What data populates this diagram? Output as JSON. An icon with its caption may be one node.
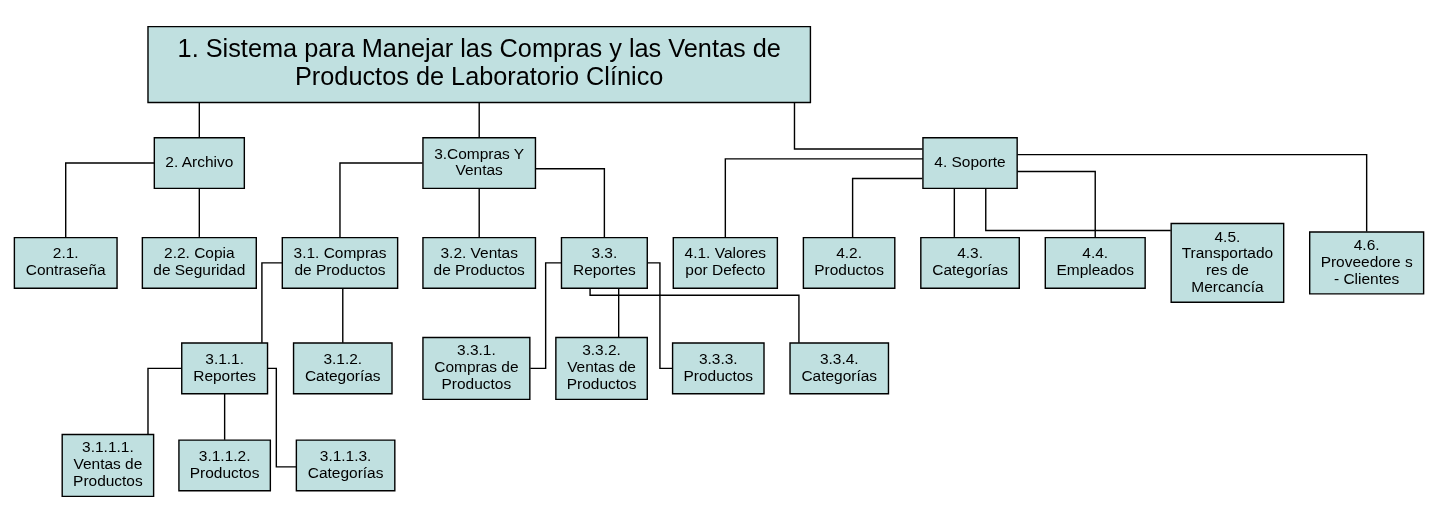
{
  "diagram": {
    "nodes": [
      {
        "text": [
          "1. Sistema para Manejar las Compras y las Ventas de Productos de Laboratorio Clínico"
        ]
      },
      {
        "text": [
          "2. Archivo"
        ]
      },
      {
        "text": [
          "3.Compras Y Ventas"
        ]
      },
      {
        "text": [
          "4. Soporte"
        ]
      },
      {
        "text": [
          "2.1. Contraseña"
        ]
      },
      {
        "text": [
          "2.2. Copia de Seguridad"
        ]
      },
      {
        "text": [
          "3.1. Compras de Productos"
        ]
      },
      {
        "text": [
          "3.2. Ventas de Productos"
        ]
      },
      {
        "text": [
          "3.3. Reportes"
        ]
      },
      {
        "text": [
          "4.1. Valores por Defecto"
        ]
      },
      {
        "text": [
          "4.2. Productos"
        ]
      },
      {
        "text": [
          "4.3. Categorías"
        ]
      },
      {
        "text": [
          "4.4. Empleados"
        ]
      },
      {
        "text": [
          "4.5. Transportado res de Mercancía"
        ]
      },
      {
        "text": [
          "4.6. Proveedore s - Clientes"
        ]
      },
      {
        "text": [
          "3.1.1. Reportes"
        ]
      },
      {
        "text": [
          "3.1.2. Categorías"
        ]
      },
      {
        "text": [
          "3.3.1. Compras de Productos"
        ]
      },
      {
        "text": [
          "3.3.2. Ventas de Productos"
        ]
      },
      {
        "text": [
          "3.3.3. Productos"
        ]
      },
      {
        "text": [
          "3.3.4. Categorías"
        ]
      },
      {
        "text": [
          "3.1.1.1. Ventas de Productos"
        ]
      },
      {
        "text": [
          "3.1.1.2. Productos"
        ]
      },
      {
        "text": [
          "3.1.1.3. Categorías"
        ]
      }
    ],
    "edges": [
      {
        "from": 0,
        "to": 1,
        "arrow": "none"
      },
      {
        "from": 0,
        "to": 2,
        "arrow": "none"
      },
      {
        "from": 0,
        "to": 3,
        "arrow": "none"
      },
      {
        "from": 1,
        "to": 4,
        "arrow": "none"
      },
      {
        "from": 1,
        "to": 5,
        "arrow": "none"
      },
      {
        "from": 2,
        "to": 6,
        "arrow": "none"
      },
      {
        "from": 2,
        "to": 7,
        "arrow": "none"
      },
      {
        "from": 2,
        "to": 8,
        "arrow": "none"
      },
      {
        "from": 3,
        "to": 9,
        "arrow": "none"
      },
      {
        "from": 3,
        "to": 10,
        "arrow": "none"
      },
      {
        "from": 3,
        "to": 11,
        "arrow": "none"
      },
      {
        "from": 3,
        "to": 12,
        "arrow": "none"
      },
      {
        "from": 3,
        "to": 13,
        "arrow": "none"
      },
      {
        "from": 3,
        "to": 14,
        "arrow": "none"
      },
      {
        "from": 6,
        "to": 15,
        "arrow": "none"
      },
      {
        "from": 6,
        "to": 16,
        "arrow": "none"
      },
      {
        "from": 8,
        "to": 17,
        "arrow": "none"
      },
      {
        "from": 8,
        "to": 18,
        "arrow": "none"
      },
      {
        "from": 8,
        "to": 19,
        "arrow": "none"
      },
      {
        "from": 8,
        "to": 20,
        "arrow": "none"
      },
      {
        "from": 15,
        "to": 21,
        "arrow": "none"
      },
      {
        "from": 15,
        "to": 22,
        "arrow": "none"
      },
      {
        "from": 15,
        "to": 23,
        "arrow": "none"
      }
    ]
  }
}
